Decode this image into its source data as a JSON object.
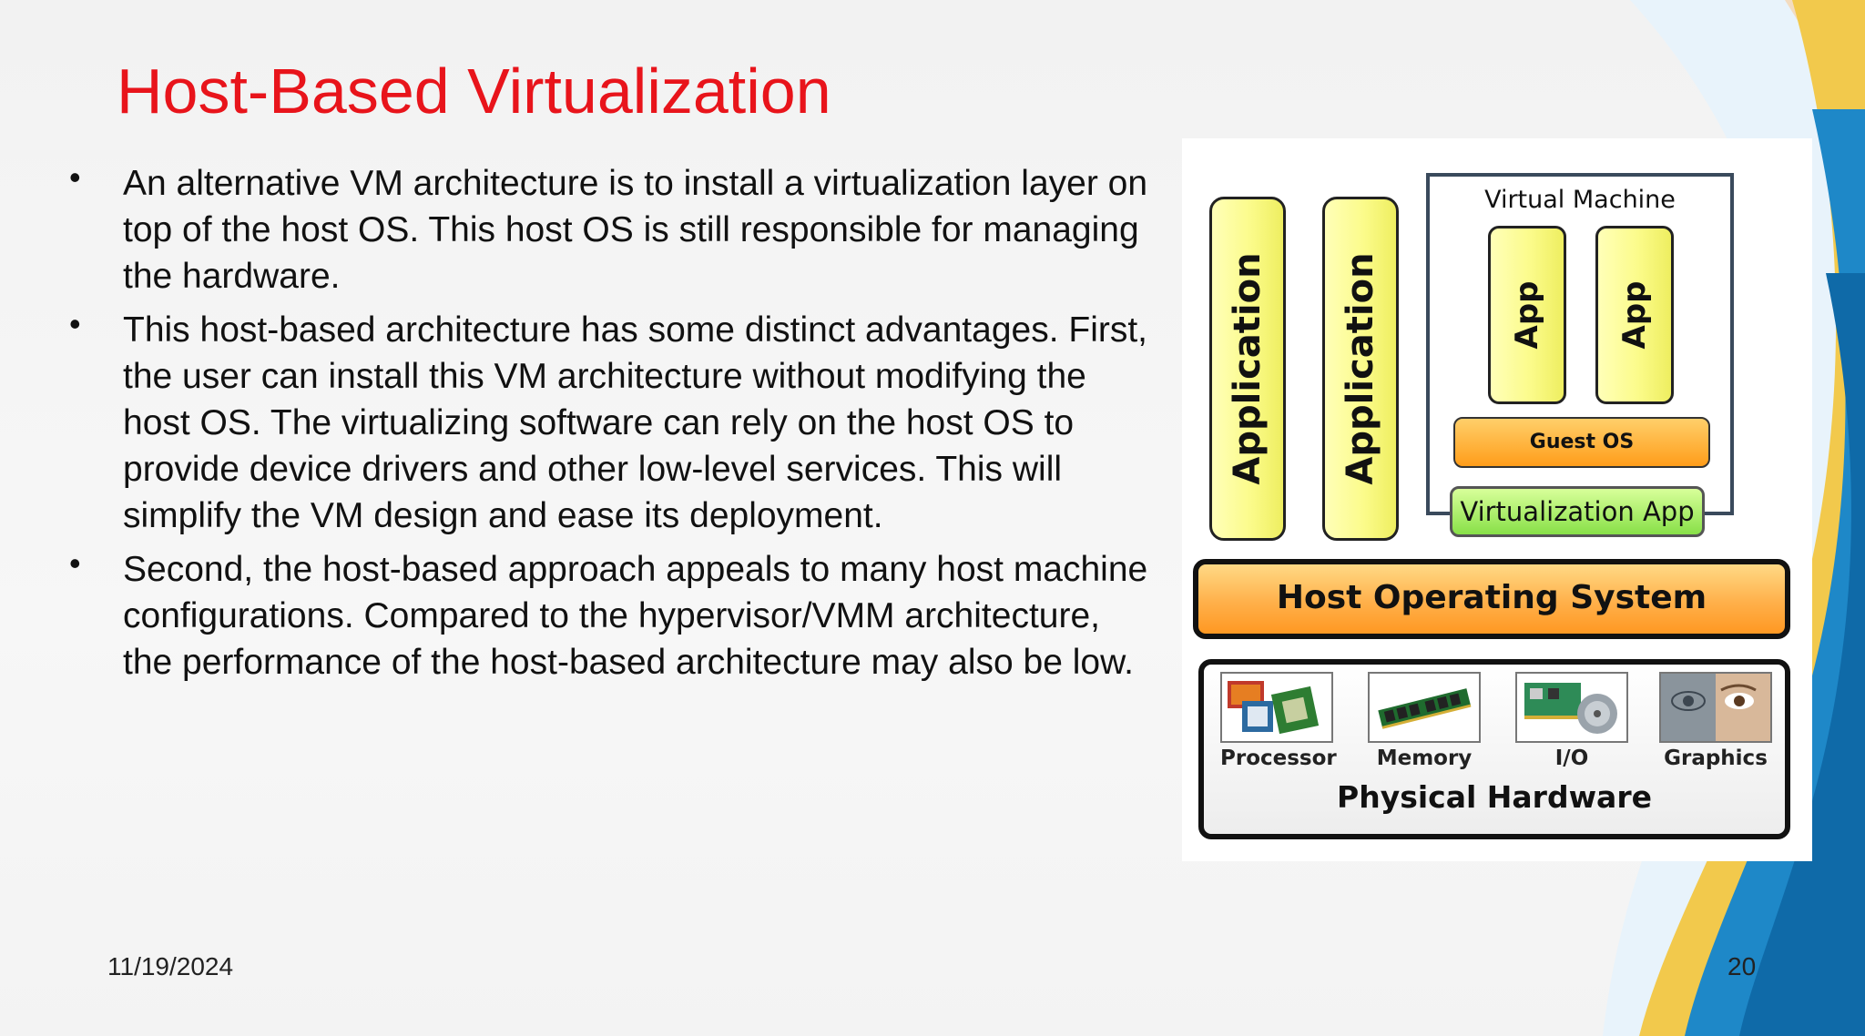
{
  "slide": {
    "title": "Host-Based Virtualization",
    "bullets": [
      "An alternative VM architecture is to install a virtualization layer on top of the host OS. This host OS is still responsible for managing the hardware.",
      "This host-based architecture has some distinct advantages. First, the user can install this VM architecture without modifying the host OS. The virtualizing software can rely on the host OS to provide device drivers and other low-level services. This will simplify the VM design and ease its deployment.",
      "Second, the host-based approach appeals to many host machine configurations. Compared to the hypervisor/VMM architecture, the performance of the host-based architecture may also be low."
    ],
    "bullet_marker": "•",
    "date": "11/19/2024",
    "page_number": "20",
    "colors": {
      "title": "#e8141b",
      "accent_blue": "#1e88c8",
      "accent_yellow": "#f2c94c"
    }
  },
  "diagram": {
    "applications": [
      "Application",
      "Application"
    ],
    "virtual_machine": {
      "title": "Virtual Machine",
      "apps": [
        "App",
        "App"
      ],
      "guest_os": "Guest OS"
    },
    "virtualization_app": "Virtualization App",
    "host_os": "Host Operating System",
    "hardware": {
      "title": "Physical Hardware",
      "items": [
        {
          "label": "Processor",
          "icon": "processor-chip-icon"
        },
        {
          "label": "Memory",
          "icon": "memory-module-icon"
        },
        {
          "label": "I/O",
          "icon": "io-card-icon"
        },
        {
          "label": "Graphics",
          "icon": "graphics-face-icon"
        }
      ]
    }
  }
}
